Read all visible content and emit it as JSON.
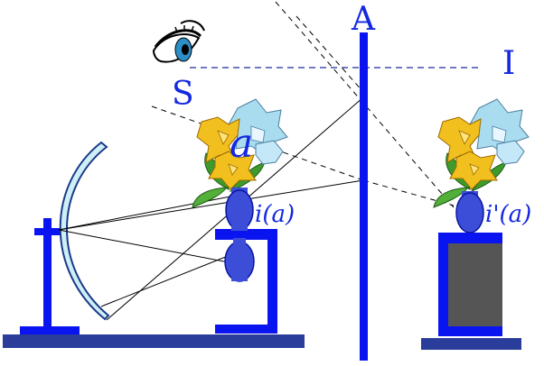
{
  "labels": {
    "plane": "A",
    "image_marker": "I",
    "observer": "S",
    "object": "a",
    "real_image": "i(a)",
    "virtual_image": "i'(a)"
  },
  "icons": {
    "observer": "eye-icon",
    "flowers": "flower-bouquet-icon",
    "vase": "vase-icon",
    "mirror": "concave-mirror-icon"
  },
  "colors": {
    "blue": "#0a14f0",
    "navy": "#2b3d9a",
    "label_blue": "#1428e0",
    "mirror_fill": "#cfeff6",
    "box_gray": "#555555",
    "lines": "#000000",
    "petal_yellow": "#f2c01e",
    "petal_light_blue": "#a9dcef",
    "leaf_green": "#3e9a2c"
  }
}
